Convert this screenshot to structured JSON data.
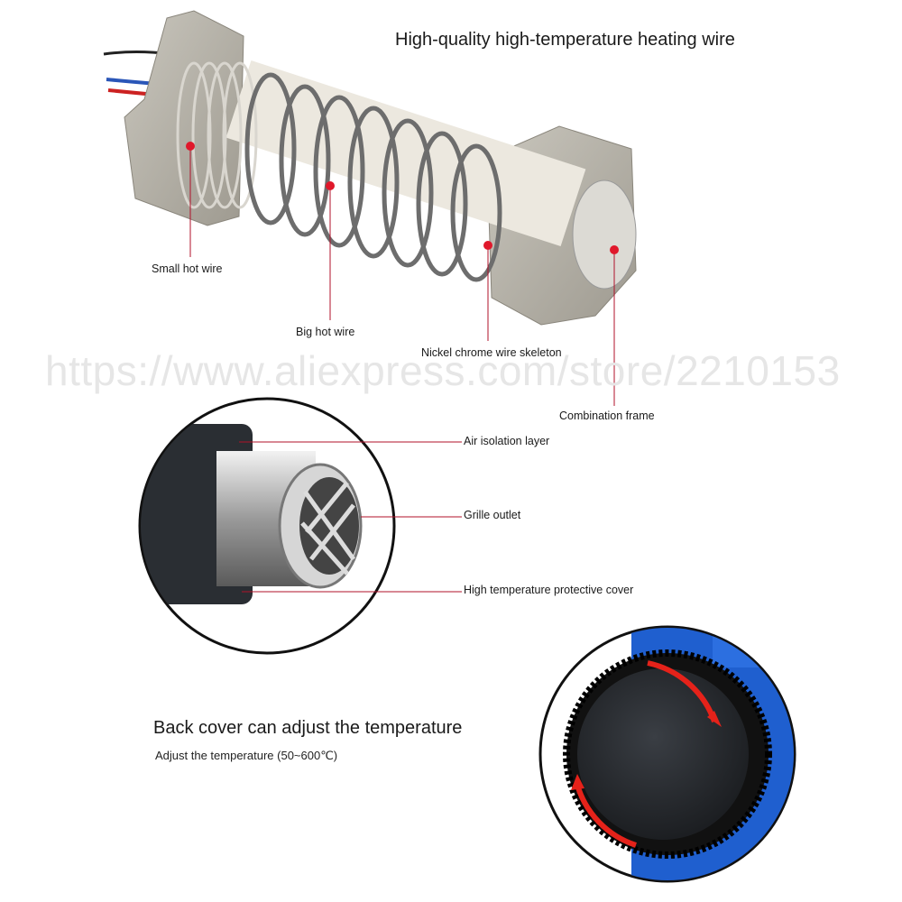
{
  "heading_top": "High-quality high-temperature heating wire",
  "labels": {
    "small_hot_wire": "Small hot wire",
    "big_hot_wire": "Big hot wire",
    "nickel_skeleton": "Nickel chrome wire skeleton",
    "combination_frame": "Combination frame",
    "air_isolation": "Air isolation layer",
    "grille_outlet": "Grille outlet",
    "protective_cover": "High temperature protective cover"
  },
  "heading_bottom": "Back cover can adjust the temperature",
  "subheading_bottom": "Adjust the temperature (50~600℃)",
  "watermark": "https://www.aliexpress.com/store/2210153",
  "colors": {
    "leader_line": "#b0112a",
    "marker_dot": "#e0182b",
    "gun_blue": "#1f5fcf",
    "arrow_red": "#e5221a"
  }
}
